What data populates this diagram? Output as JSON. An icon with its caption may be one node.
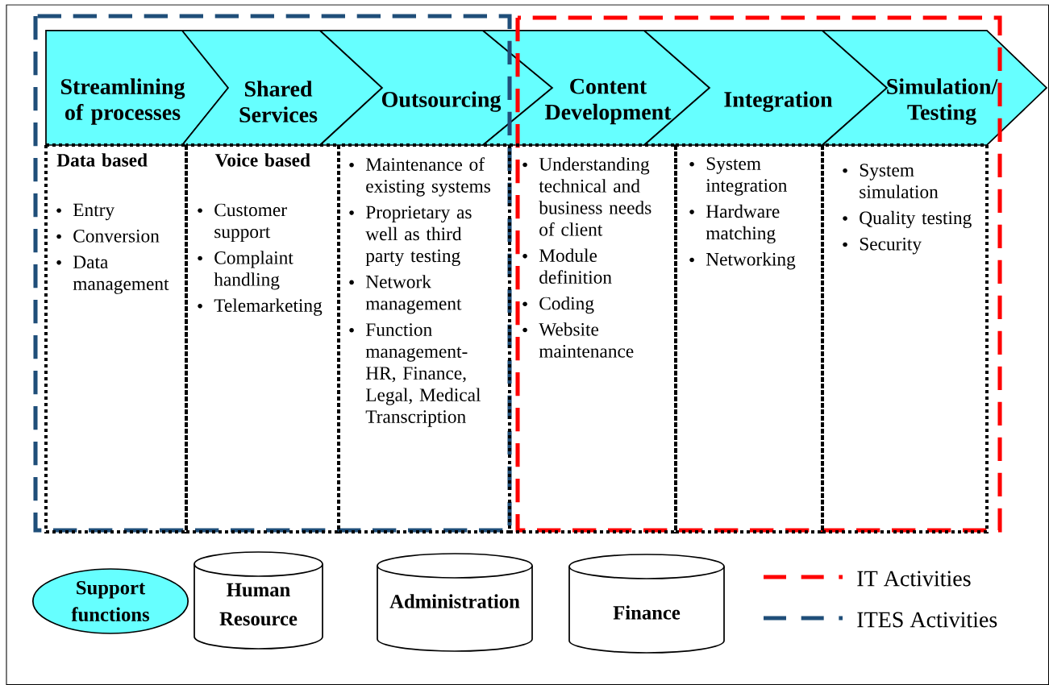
{
  "diagram": {
    "nodes": [
      {
        "text": [
          "Streamlining of processes"
        ]
      },
      {
        "text": [
          "Shared Services"
        ]
      },
      {
        "text": [
          "Outsourcing"
        ]
      },
      {
        "text": [
          "Content Development"
        ]
      },
      {
        "text": [
          "Integration"
        ]
      },
      {
        "text": [
          "Simulation/ Testing"
        ]
      },
      {
        "text": [
          "Data based",
          "Entry",
          "Conversion",
          "Data management"
        ]
      },
      {
        "text": [
          "Voice based",
          "Customer support",
          "Complaint handling",
          "Telemarketing"
        ]
      },
      {
        "text": [
          "Maintenance of existing systems",
          "Proprietary as well as third party testing",
          "Network management",
          "Function management- HR, Finance, Legal, Medical Transcription"
        ]
      },
      {
        "text": [
          "Understanding technical and business needs of client",
          "Module definition",
          "Coding",
          "Website maintenance"
        ]
      },
      {
        "text": [
          "System integration",
          "Hardware matching",
          "Networking"
        ]
      },
      {
        "text": [
          "System simulation",
          "Quality testing",
          "Security"
        ]
      },
      {
        "text": [
          "Support functions"
        ]
      },
      {
        "text": [
          "Human Resource"
        ]
      },
      {
        "text": [
          "Administration"
        ]
      },
      {
        "text": [
          "Finance"
        ]
      }
    ],
    "edges": [],
    "legend": [
      {
        "text": "IT Activities"
      },
      {
        "text": "ITES Activities"
      }
    ]
  }
}
